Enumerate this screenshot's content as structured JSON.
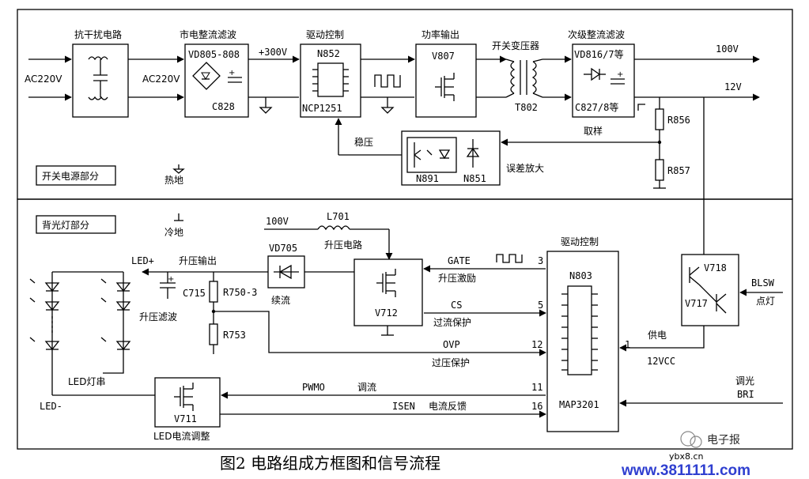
{
  "sections": {
    "power": "开关电源部分",
    "backlight": "背光灯部分"
  },
  "blocks": {
    "emi": "抗干扰电路",
    "rect_title": "市电整流滤波",
    "rect_part": "VD805-808",
    "rect_cap": "C828",
    "drive_title": "驱动控制",
    "drive_chip": "N852",
    "drive_part": "NCP1251",
    "power_title": "功率输出",
    "power_part": "V807",
    "transformer": "开关变压器",
    "transformer_part": "T802",
    "sec_title": "次级整流滤波",
    "sec_diode": "VD816/7等",
    "sec_cap": "C827/8等",
    "optocoupler": "N891",
    "regulator": "N851",
    "bl_drive_title": "驱动控制",
    "bl_chip_part": "N803",
    "bl_chip": "MAP3201",
    "sw_top": "V718",
    "sw_bottom": "V717",
    "mosfet_main": "V712",
    "mosfet_led": "V711",
    "diode_part": "VD705"
  },
  "labels": {
    "ac_in": "AC220V",
    "ac_mid": "AC220V",
    "hv_dc": "+300V",
    "v100": "100V",
    "v12": "12V",
    "v100_bl": "100V",
    "sampling": "取样",
    "stabilize": "稳压",
    "err_amp": "误差放大",
    "hot_ground": "热地",
    "cold_ground": "冷地",
    "r856": "R856",
    "r857": "R857",
    "l701": "L701",
    "boost": "升压电路",
    "freewheel": "续流",
    "boost_out": "升压输出",
    "led_plus": "LED+",
    "led_minus": "LED-",
    "c715": "C715",
    "r750": "R750-3",
    "r753": "R753",
    "boost_filter": "升压滤波",
    "led_string": "LED灯串",
    "gate": "GATE",
    "boost_drive": "升压激励",
    "cs": "CS",
    "over_current": "过流保护",
    "ovp": "OVP",
    "over_voltage": "过压保护",
    "pwmo": "PWMO",
    "current_adj": "调流",
    "isen": "ISEN",
    "current_fb": "电流反馈",
    "led_current_adj": "LED电流调整",
    "supply": "供电",
    "v12cc": "12VCC",
    "blsw": "BLSW",
    "light_on": "点灯",
    "dimming": "调光",
    "bri": "BRI"
  },
  "pins": {
    "gate": "3",
    "cs": "5",
    "ovp": "12",
    "vcc": "1",
    "pwmo": "11",
    "isen": "16"
  },
  "caption": "图2  电路组成方框图和信号流程",
  "watermark": {
    "name": "电子报",
    "site": "ybx8.cn",
    "url": "www.3811111.com"
  }
}
